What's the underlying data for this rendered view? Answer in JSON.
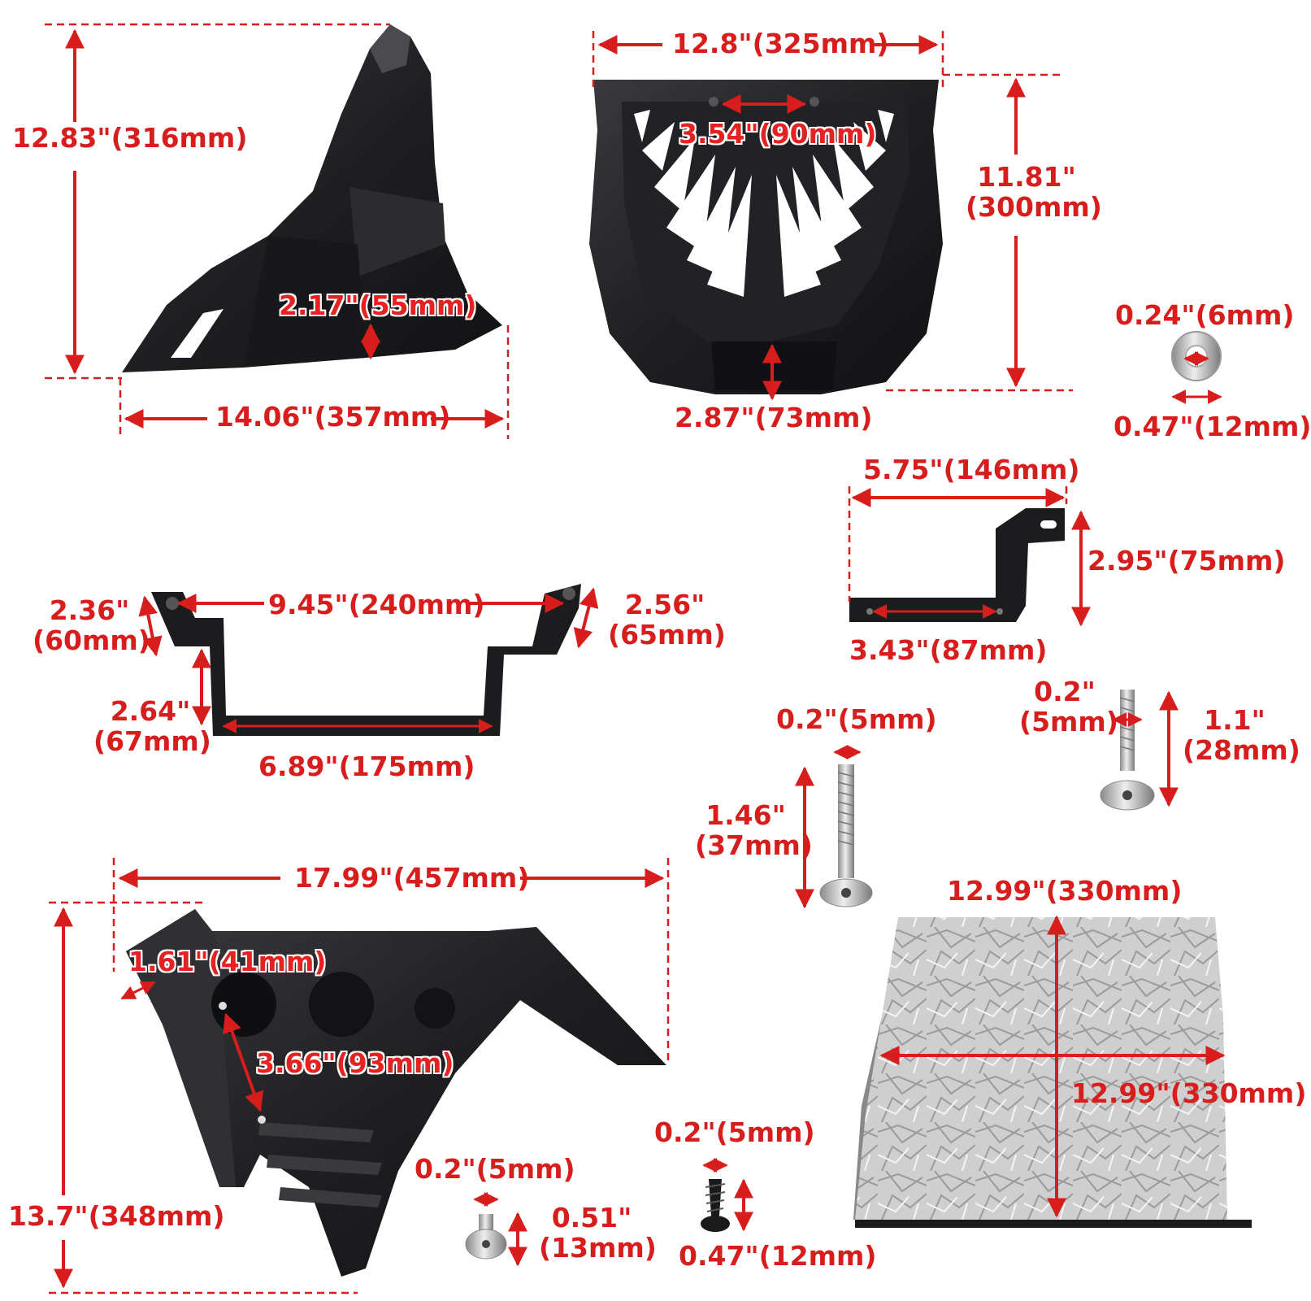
{
  "colors": {
    "dimension": "#d81d1d",
    "part_black": "#1b1b1d",
    "part_highlight": "#3a3a3e",
    "foil": "#c9c9c9"
  },
  "parts": {
    "side_fairing_top": {
      "height": "12.83\"(316mm)",
      "width": "14.06\"(357mm)",
      "vent": "2.17\"(55mm)"
    },
    "front_grill": {
      "width": "12.8\"(325mm)",
      "hole_spacing": "3.54\"(90mm)",
      "height_line1": "11.81\"",
      "height_line2": "(300mm)",
      "bottom": "2.87\"(73mm)"
    },
    "washer": {
      "inner": "0.24\"(6mm)",
      "outer": "0.47\"(12mm)"
    },
    "small_bracket": {
      "width": "5.75\"(146mm)",
      "height": "2.95\"(75mm)",
      "hole_spacing": "3.43\"(87mm)"
    },
    "u_bracket": {
      "span": "9.45\"(240mm)",
      "left_tab_line1": "2.36\"",
      "left_tab_line2": "(60mm)",
      "right_tab_line1": "2.56\"",
      "right_tab_line2": "(65mm)",
      "depth_line1": "2.64\"",
      "depth_line2": "(67mm)",
      "bottom": "6.89\"(175mm)"
    },
    "long_bolt": {
      "diameter": "0.2\"(5mm)",
      "length_line1": "1.46\"",
      "length_line2": "(37mm)"
    },
    "medium_bolt": {
      "diameter_line1": "0.2\"",
      "diameter_line2": "(5mm)",
      "length_line1": "1.1\"",
      "length_line2": "(28mm)"
    },
    "side_fairing_bottom": {
      "width": "17.99\"(457mm)",
      "height": "13.7\"(348mm)",
      "edge": "1.61\"(41mm)",
      "hole_spacing": "3.66\"(93mm)"
    },
    "short_bolt": {
      "diameter": "0.2\"(5mm)",
      "length_line1": "0.51\"",
      "length_line2": "(13mm)"
    },
    "screw": {
      "diameter": "0.2\"(5mm)",
      "length": "0.47\"(12mm)"
    },
    "heat_shield": {
      "width_top": "12.99\"(330mm)",
      "width_mid": "12.99\"(330mm)"
    }
  }
}
